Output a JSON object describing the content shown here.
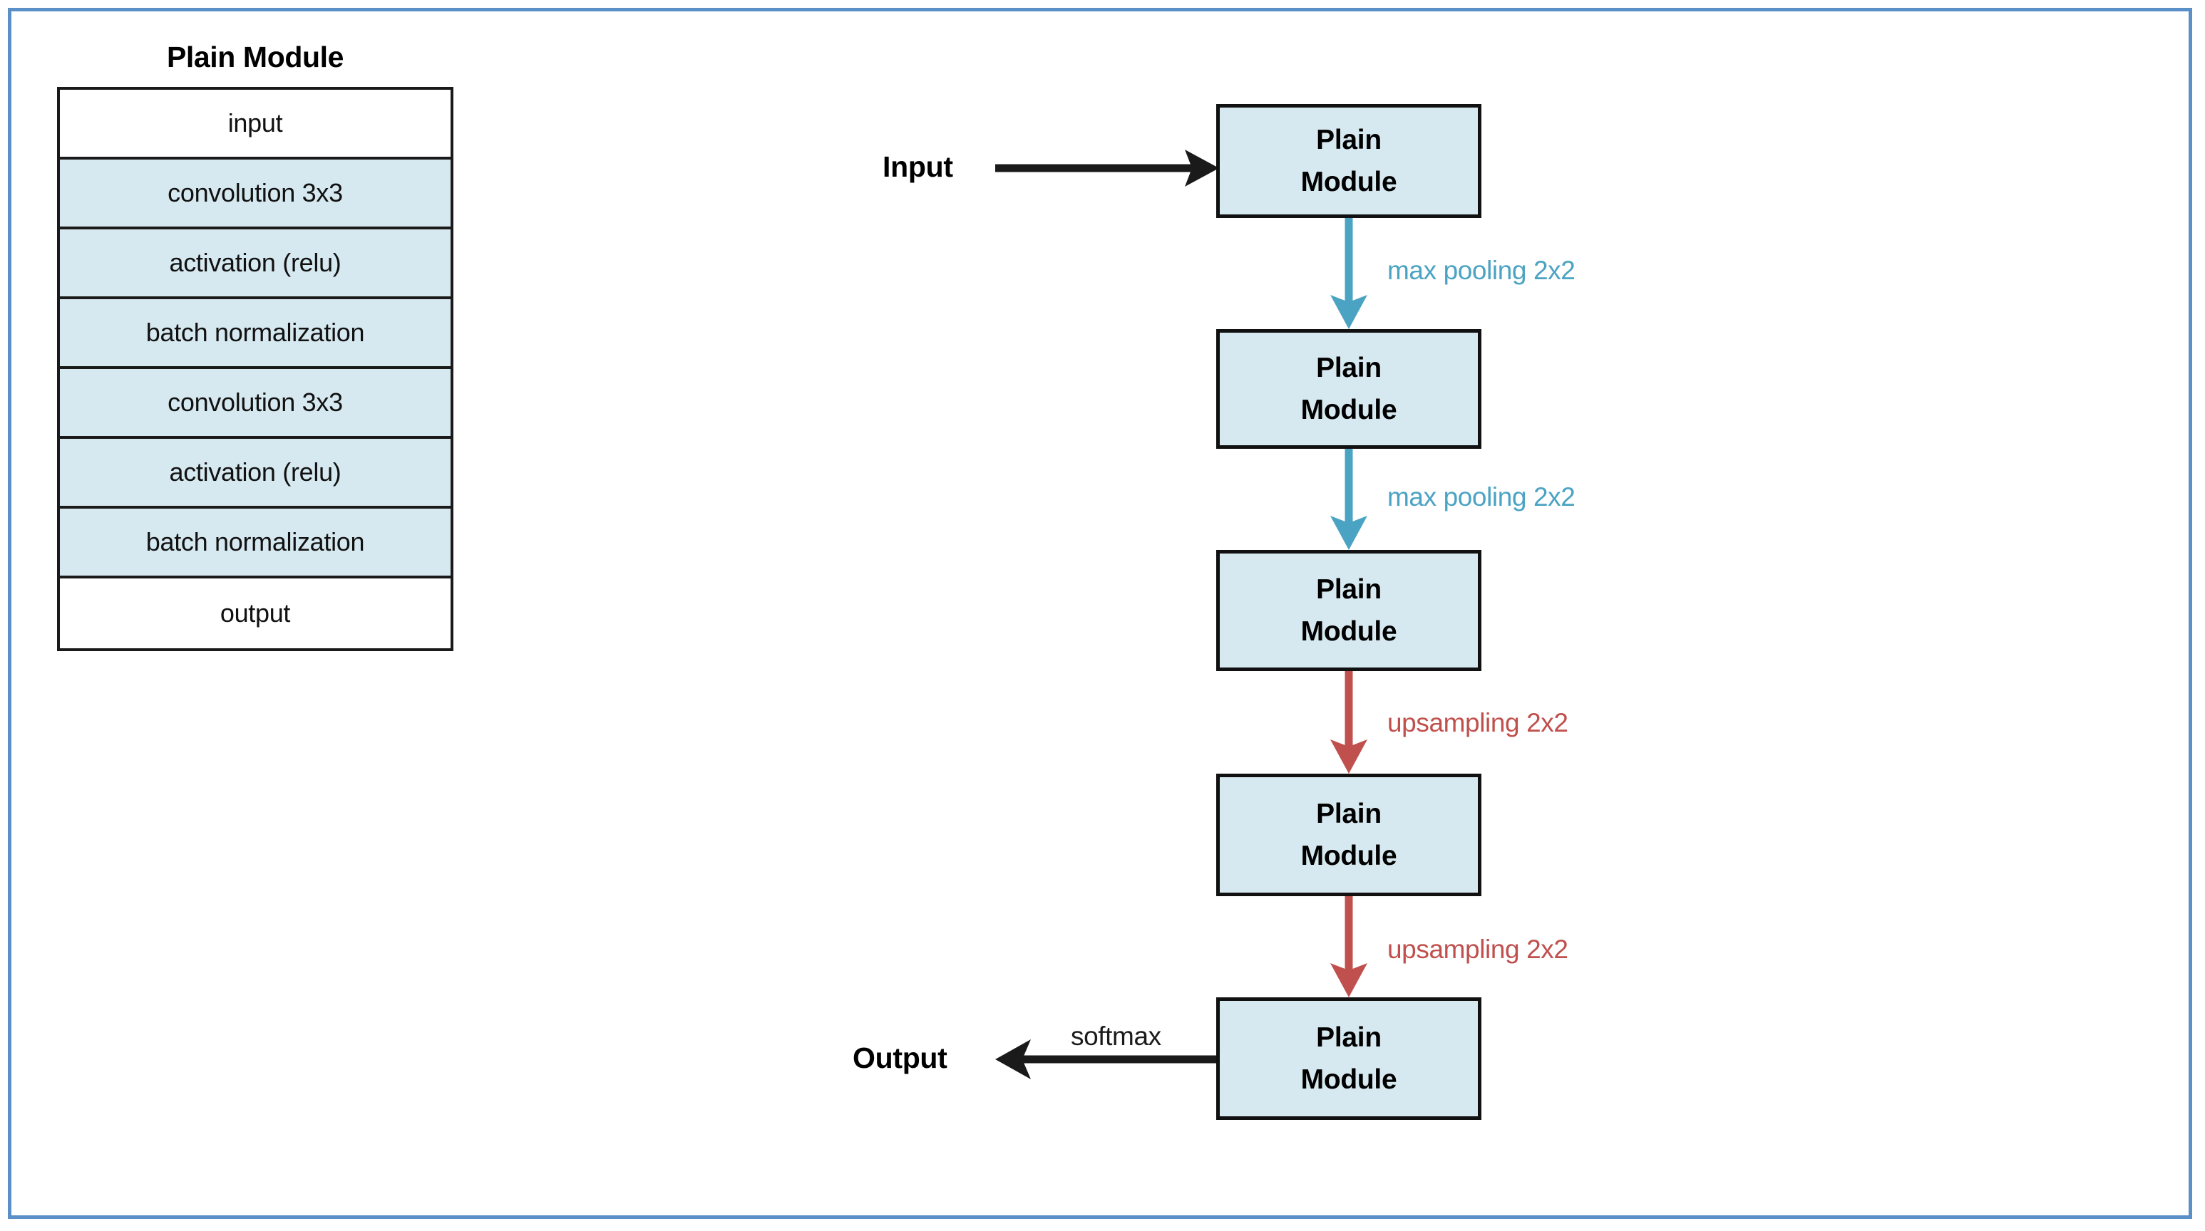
{
  "frame": {
    "border_color": "#5b8fc7"
  },
  "legend": {
    "title": "Plain Module",
    "rows": [
      {
        "label": "input",
        "fill": "white"
      },
      {
        "label": "convolution 3x3",
        "fill": "blue"
      },
      {
        "label": "activation (relu)",
        "fill": "blue"
      },
      {
        "label": "batch normalization",
        "fill": "blue"
      },
      {
        "label": "convolution 3x3",
        "fill": "blue"
      },
      {
        "label": "activation (relu)",
        "fill": "blue"
      },
      {
        "label": "batch normalization",
        "fill": "blue"
      },
      {
        "label": "output",
        "fill": "white"
      }
    ]
  },
  "flow": {
    "input_label": "Input",
    "output_label": "Output",
    "module_line1": "Plain",
    "module_line2": "Module",
    "modules": [
      {
        "line1": "Plain",
        "line2": "Module"
      },
      {
        "line1": "Plain",
        "line2": "Module"
      },
      {
        "line1": "Plain",
        "line2": "Module"
      },
      {
        "line1": "Plain",
        "line2": "Module"
      },
      {
        "line1": "Plain",
        "line2": "Module"
      }
    ],
    "edges": [
      {
        "label": "max pooling 2x2",
        "color": "#4ba3c3",
        "kind": "teal"
      },
      {
        "label": "max pooling 2x2",
        "color": "#4ba3c3",
        "kind": "teal"
      },
      {
        "label": "upsampling 2x2",
        "color": "#c0504d",
        "kind": "red"
      },
      {
        "label": "upsampling 2x2",
        "color": "#c0504d",
        "kind": "red"
      }
    ],
    "softmax_label": "softmax"
  },
  "colors": {
    "module_fill": "#d7e9f0",
    "module_border": "#111111",
    "pool_arrow": "#4ba3c3",
    "upsample_arrow": "#c0504d",
    "io_arrow": "#1a1a1a",
    "frame": "#5b8fc7"
  }
}
